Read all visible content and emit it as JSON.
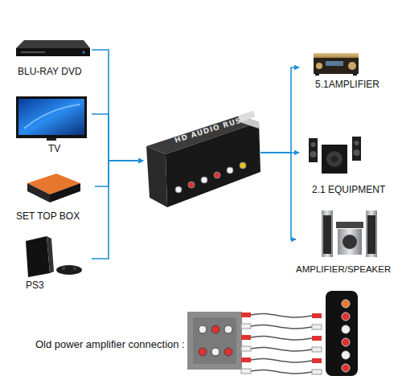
{
  "diagram": {
    "nodes": [
      {
        "text": [
          "BLU-RAY DVD"
        ]
      },
      {
        "text": [
          "TV"
        ]
      },
      {
        "text": [
          "SET TOP BOX"
        ]
      },
      {
        "text": [
          "PS3"
        ]
      },
      {
        "text": [
          "HD AUDIO RUSH"
        ]
      },
      {
        "text": [
          "5.1AMPLIFIER"
        ]
      },
      {
        "text": [
          "2.1 EQUIPMENT"
        ]
      },
      {
        "text": [
          "AMPLIFIER/SPEAKER"
        ]
      }
    ],
    "edges": [
      {
        "from": 0,
        "to": 4,
        "arrow": "to"
      },
      {
        "from": 1,
        "to": 4,
        "arrow": "to"
      },
      {
        "from": 2,
        "to": 4,
        "arrow": "to"
      },
      {
        "from": 3,
        "to": 4,
        "arrow": "to"
      },
      {
        "from": 4,
        "to": 5,
        "arrow": "to"
      },
      {
        "from": 4,
        "to": 6,
        "arrow": "to"
      },
      {
        "from": 4,
        "to": 7,
        "arrow": "to"
      }
    ],
    "labels": [
      "Old power amplifier connection :"
    ]
  }
}
